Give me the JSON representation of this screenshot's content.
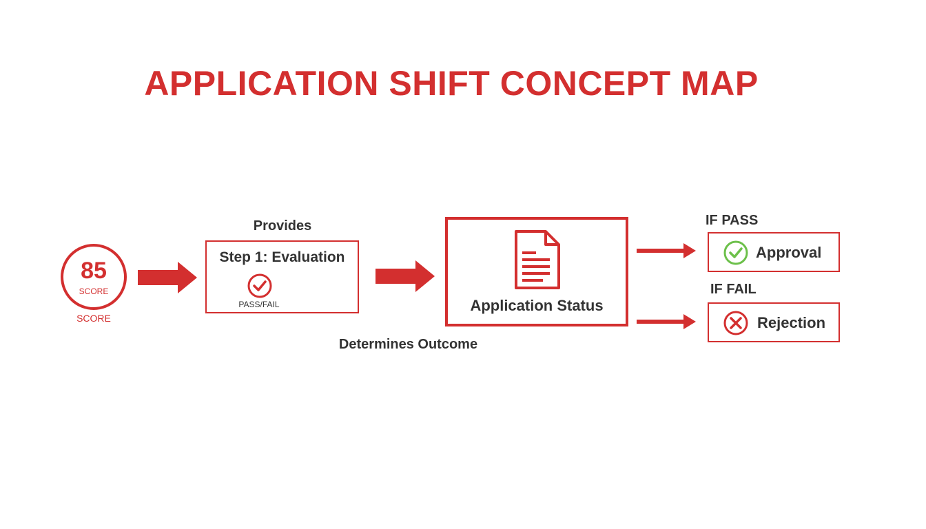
{
  "title": "APPLICATION SHIFT CONCEPT MAP",
  "colors": {
    "accent": "#d32f2f",
    "text": "#333333",
    "pass_green": "#6cc04a",
    "background": "#ffffff"
  },
  "score": {
    "value": "85",
    "inner_label": "SCORE",
    "outer_label": "SCORE"
  },
  "evaluation": {
    "top_label": "Provides",
    "heading": "Step 1: Evaluation",
    "sub_label": "PASS/FAIL",
    "icon": "check-circle-icon"
  },
  "status": {
    "label": "Application Status",
    "icon": "document-icon",
    "bottom_label": "Determines Outcome"
  },
  "outcomes": {
    "pass": {
      "condition": "IF PASS",
      "label": "Approval",
      "icon": "check-circle-icon"
    },
    "fail": {
      "condition": "IF FAIL",
      "label": "Rejection",
      "icon": "x-circle-icon"
    }
  }
}
